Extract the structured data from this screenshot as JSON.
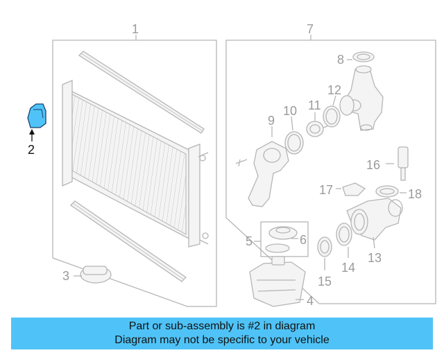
{
  "callouts": {
    "c1": "1",
    "c2": "2",
    "c3": "3",
    "c4": "4",
    "c5": "5",
    "c6": "6",
    "c7": "7",
    "c8": "8",
    "c9": "9",
    "c10": "10",
    "c11": "11",
    "c12": "12",
    "c13": "13",
    "c14": "14",
    "c15": "15",
    "c16": "16",
    "c17": "17",
    "c18": "18"
  },
  "banner": {
    "line1": "Part or sub-assembly is #2 in diagram",
    "line2": "Diagram may not be specific to your vehicle"
  },
  "colors": {
    "highlight_fill": "#4fc3f7",
    "banner_bg": "#4fc3f7",
    "line_gray": "#b5b5b5",
    "label_gray": "#9a9a9a"
  }
}
